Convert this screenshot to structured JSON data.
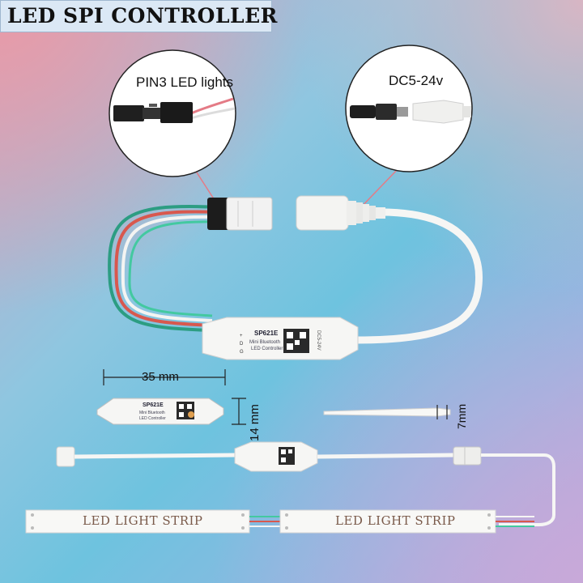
{
  "title": "LED SPI CONTROLLER",
  "callouts": {
    "pin3": "PIN3 LED lights",
    "dc": "DC5-24v"
  },
  "dimensions": {
    "width": "35 mm",
    "height": "14 mm",
    "thickness": "7mm"
  },
  "controller": {
    "model": "SP621E",
    "line1": "Mini Bluetooth",
    "line2": "LED Controller",
    "side": "DC5-24V",
    "pins": "+ D G"
  },
  "strips": [
    "LED  LIGHT STRIP",
    "LED  LIGHT STRIP"
  ],
  "colors": {
    "wire_red": "#d8584e",
    "wire_green": "#43c9a0",
    "wire_white": "#f4f4f2",
    "plug_black": "#2a2a2a"
  }
}
